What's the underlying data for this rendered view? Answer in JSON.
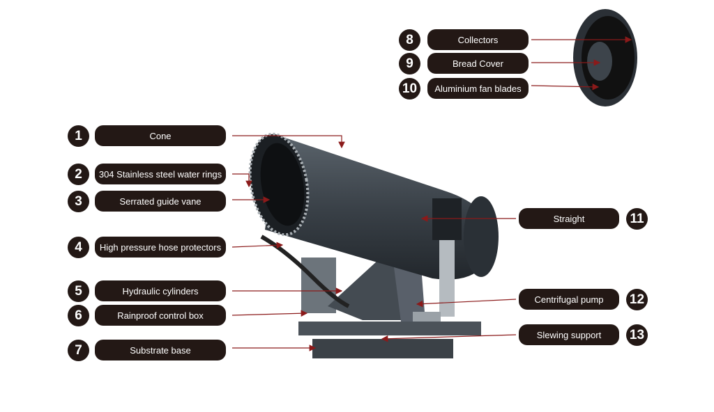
{
  "callouts_left": [
    {
      "number": "1",
      "label": "Cone"
    },
    {
      "number": "2",
      "label": "304 Stainless steel water rings"
    },
    {
      "number": "3",
      "label": "Serrated guide vane"
    },
    {
      "number": "4",
      "label": "High pressure hose protectors"
    },
    {
      "number": "5",
      "label": "Hydraulic cylinders"
    },
    {
      "number": "6",
      "label": "Rainproof control box"
    },
    {
      "number": "7",
      "label": "Substrate base"
    }
  ],
  "callouts_top": [
    {
      "number": "8",
      "label": "Collectors"
    },
    {
      "number": "9",
      "label": "Bread Cover"
    },
    {
      "number": "10",
      "label": "Aluminium fan blades"
    }
  ],
  "callouts_right": [
    {
      "number": "11",
      "label": "Straight"
    },
    {
      "number": "12",
      "label": "Centrifugal pump"
    },
    {
      "number": "13",
      "label": "Slewing support"
    }
  ],
  "colors": {
    "pill": "#231815",
    "arrow": "#8b1a1a",
    "body": "#3a4148"
  }
}
